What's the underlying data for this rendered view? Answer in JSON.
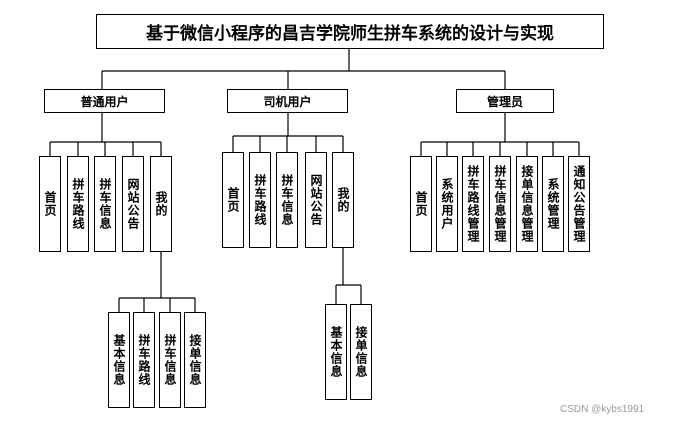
{
  "title": "基于微信小程序的昌吉学院师生拼车系统的设计与实现",
  "roles": [
    {
      "label": "普通用户",
      "items": [
        "首页",
        "拼车路线",
        "拼车信息",
        "网站公告",
        "我的"
      ],
      "sub_items": [
        "基本信息",
        "拼车路线",
        "拼车信息",
        "接单信息"
      ]
    },
    {
      "label": "司机用户",
      "items": [
        "首页",
        "拼车路线",
        "拼车信息",
        "网站公告",
        "我的"
      ],
      "sub_items": [
        "基本信息",
        "接单信息"
      ]
    },
    {
      "label": "管理员",
      "items": [
        "首页",
        "系统用户",
        "拼车路线管理",
        "拼车信息管理",
        "接单信息管理",
        "系统管理",
        "通知公告管理"
      ]
    }
  ],
  "watermark": "CSDN @kybs1991"
}
